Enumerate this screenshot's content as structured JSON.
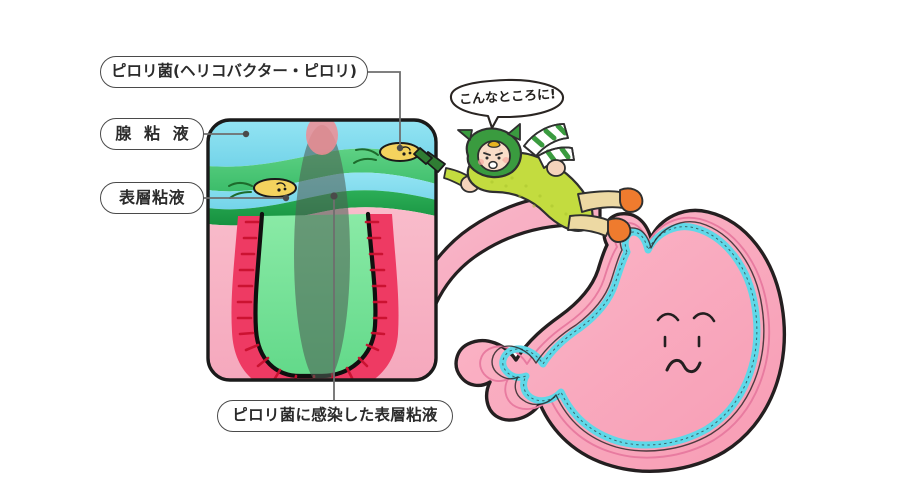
{
  "figure": {
    "title_visible": false,
    "callouts": [
      {
        "id": "pylori",
        "label": "ピロリ菌(ヘリコバクター・ピロリ)",
        "target": "yellow rod bacterium in gland mucus layer, upper right of panel"
      },
      {
        "id": "gland_mucus",
        "label": "腺 粘 液",
        "target": "cyan upper mucus layer of panel"
      },
      {
        "id": "surface_mucus",
        "label": "表層粘液",
        "target": "green layer above gastric pit, left of panel"
      },
      {
        "id": "infected_surface_mucus",
        "label": "ピロリ菌に感染した表層粘液",
        "target": "grey-green translucent column descending into gastric pit"
      }
    ],
    "speech_bubble": {
      "text": "こんなところに!",
      "speaker": "ninja-character"
    },
    "panel": {
      "layers": [
        {
          "name": "gland-mucus-upper",
          "color": "#7fdcee"
        },
        {
          "name": "surface-mucus-green",
          "color": "#4ec878"
        },
        {
          "name": "gland-mucus-lower",
          "color": "#7fdcee"
        },
        {
          "name": "surface-mucus-dark-green",
          "color": "#1f9e4a"
        },
        {
          "name": "gastric-tissue-pink",
          "color": "#f7b3c4"
        },
        {
          "name": "gastric-pit-lining-red",
          "color": "#ee3a63"
        },
        {
          "name": "gastric-pit-lumen-green",
          "color": "#7ce29a"
        },
        {
          "name": "infected-mucus-column",
          "color": "#6c7d74"
        }
      ],
      "bacteria_count": 2,
      "bacterium_color": "#f4d35e"
    },
    "stomach": {
      "body_color": "#f9a8bd",
      "mucosa_color": "#5fd8e8",
      "outline_color": "#241f20",
      "expression": "sad-face"
    },
    "character": {
      "name": "ninja-character",
      "robe_color": "#c3dc3f",
      "hood_color": "#3a9b3f",
      "skin_color": "#f5d3bb",
      "boot_color": "#ef7b2e",
      "weapon": "kunai-dart"
    },
    "colors": {
      "label_border": "#4a4a4a",
      "label_text": "#2b2b2b",
      "leader_line": "#6e6e6e",
      "panel_border": "#1a1a1a"
    }
  }
}
